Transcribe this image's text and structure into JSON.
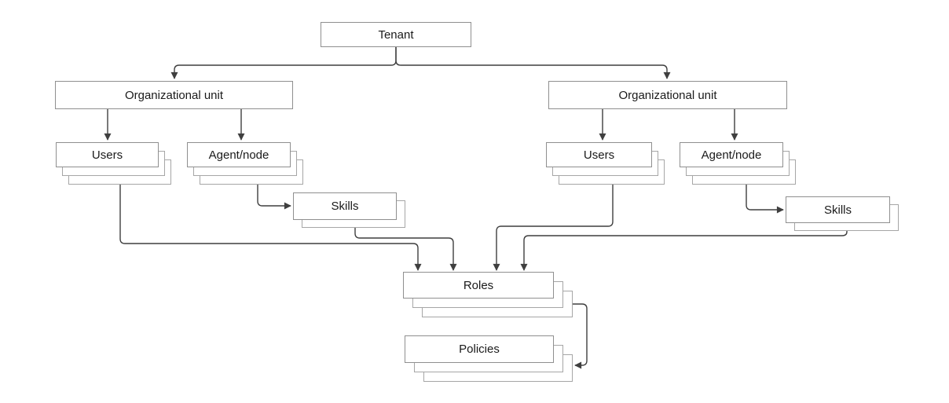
{
  "diagram": {
    "title": "Tenant / organizational unit hierarchy diagram",
    "colors": {
      "background": "#ffffff",
      "box_fill": "#ffffff",
      "box_border": "#8f8f8f",
      "stack_border": "#a6a6a6",
      "connector": "#3f3f3f",
      "text": "#1a1a1a"
    },
    "nodes": {
      "tenant": {
        "label": "Tenant",
        "stacked": false
      },
      "org_left": {
        "label": "Organizational unit",
        "stacked": false
      },
      "org_right": {
        "label": "Organizational unit",
        "stacked": false
      },
      "users_left": {
        "label": "Users",
        "stacked": true,
        "stack_count": 3
      },
      "agent_left": {
        "label": "Agent/node",
        "stacked": true,
        "stack_count": 3
      },
      "users_right": {
        "label": "Users",
        "stacked": true,
        "stack_count": 3
      },
      "agent_right": {
        "label": "Agent/node",
        "stacked": true,
        "stack_count": 3
      },
      "skills_left": {
        "label": "Skills",
        "stacked": true,
        "stack_count": 2
      },
      "skills_right": {
        "label": "Skills",
        "stacked": true,
        "stack_count": 2
      },
      "roles": {
        "label": "Roles",
        "stacked": true,
        "stack_count": 3
      },
      "policies": {
        "label": "Policies",
        "stacked": true,
        "stack_count": 3
      }
    },
    "edges": [
      {
        "from": "Tenant",
        "to": "Organizational unit (left)"
      },
      {
        "from": "Tenant",
        "to": "Organizational unit (right)"
      },
      {
        "from": "Organizational unit (left)",
        "to": "Users (left)"
      },
      {
        "from": "Organizational unit (left)",
        "to": "Agent/node (left)"
      },
      {
        "from": "Organizational unit (right)",
        "to": "Users (right)"
      },
      {
        "from": "Organizational unit (right)",
        "to": "Agent/node (right)"
      },
      {
        "from": "Agent/node (left)",
        "to": "Skills (left)"
      },
      {
        "from": "Agent/node (right)",
        "to": "Skills (right)"
      },
      {
        "from": "Users (left)",
        "to": "Roles"
      },
      {
        "from": "Skills (left)",
        "to": "Roles"
      },
      {
        "from": "Users (right)",
        "to": "Roles"
      },
      {
        "from": "Skills (right)",
        "to": "Roles"
      },
      {
        "from": "Roles",
        "to": "Policies"
      }
    ]
  }
}
